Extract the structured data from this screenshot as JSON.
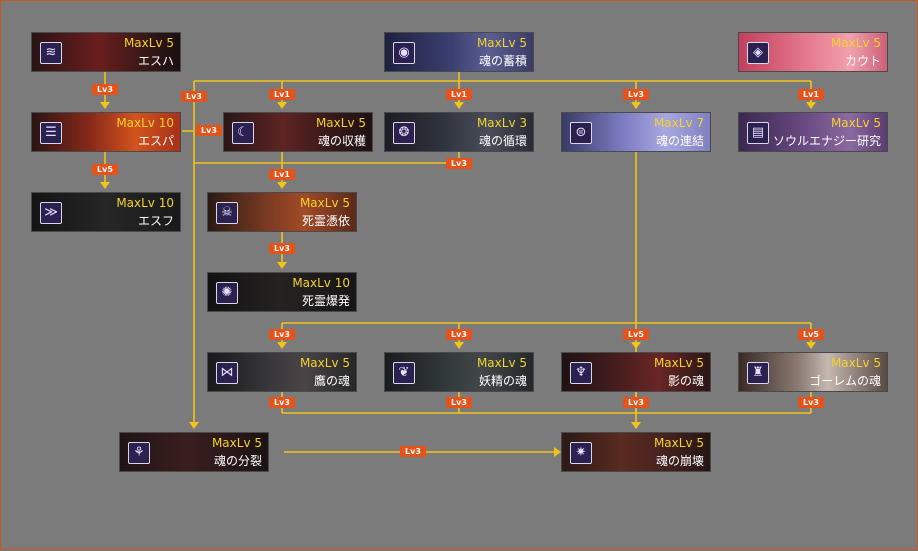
{
  "skills": {
    "esuha": {
      "maxlv": "MaxLv 5",
      "name": "エスハ",
      "icon": "wave-icon"
    },
    "esupa": {
      "maxlv": "MaxLv 10",
      "name": "エスパ",
      "icon": "ripple-icon"
    },
    "esufu": {
      "maxlv": "MaxLv 10",
      "name": "エスフ",
      "icon": "chevron-icon"
    },
    "chikuseki": {
      "maxlv": "MaxLv 5",
      "name": "魂の蓄積",
      "icon": "orb-icon"
    },
    "shukaku": {
      "maxlv": "MaxLv 5",
      "name": "魂の収穫",
      "icon": "crescent-icon"
    },
    "junkan": {
      "maxlv": "MaxLv 3",
      "name": "魂の循環",
      "icon": "cycle-icon"
    },
    "renketsu": {
      "maxlv": "MaxLv 7",
      "name": "魂の連結",
      "icon": "link-ring-icon"
    },
    "kauto": {
      "maxlv": "MaxLv 5",
      "name": "カウト",
      "icon": "diamond-icon"
    },
    "kenkyu": {
      "maxlv": "MaxLv 5",
      "name": "ソウルエナジー研究",
      "icon": "book-icon"
    },
    "hyoui": {
      "maxlv": "MaxLv 5",
      "name": "死霊憑依",
      "icon": "skull-icon"
    },
    "bakuhatsu": {
      "maxlv": "MaxLv 10",
      "name": "死霊爆発",
      "icon": "burst-icon"
    },
    "taka": {
      "maxlv": "MaxLv 5",
      "name": "鷹の魂",
      "icon": "link-hawk-icon"
    },
    "yousei": {
      "maxlv": "MaxLv 5",
      "name": "妖精の魂",
      "icon": "link-fairy-icon"
    },
    "kage": {
      "maxlv": "MaxLv 5",
      "name": "影の魂",
      "icon": "link-shadow-icon"
    },
    "golem": {
      "maxlv": "MaxLv 5",
      "name": "ゴーレムの魂",
      "icon": "link-golem-icon"
    },
    "bunretsu": {
      "maxlv": "MaxLv 5",
      "name": "魂の分裂",
      "icon": "split-icon"
    },
    "houkai": {
      "maxlv": "MaxLv 5",
      "name": "魂の崩壊",
      "icon": "collapse-icon"
    }
  },
  "tags": {
    "esuha_esupa": "Lv3",
    "esupa_esufu": "Lv5",
    "esupa_side": "Lv3",
    "left_bus": "Lv3",
    "to_shukaku": "Lv1",
    "to_junkan": "Lv1",
    "to_renketsu": "Lv3",
    "to_kenkyu": "Lv1",
    "junkan_loop": "Lv3",
    "to_hyoui": "Lv1",
    "to_bakuhatsu": "Lv3",
    "to_taka": "Lv3",
    "to_yousei": "Lv3",
    "to_kage": "Lv5",
    "to_golem": "Lv5",
    "from_taka": "Lv3",
    "from_yousei": "Lv3",
    "from_kage": "Lv3",
    "from_golem": "Lv3",
    "bunretsu_houkai": "Lv3"
  },
  "colors": {
    "connector": "#f2c318",
    "tag": "#e5531b",
    "maxlv_text": "#f2d22c"
  }
}
